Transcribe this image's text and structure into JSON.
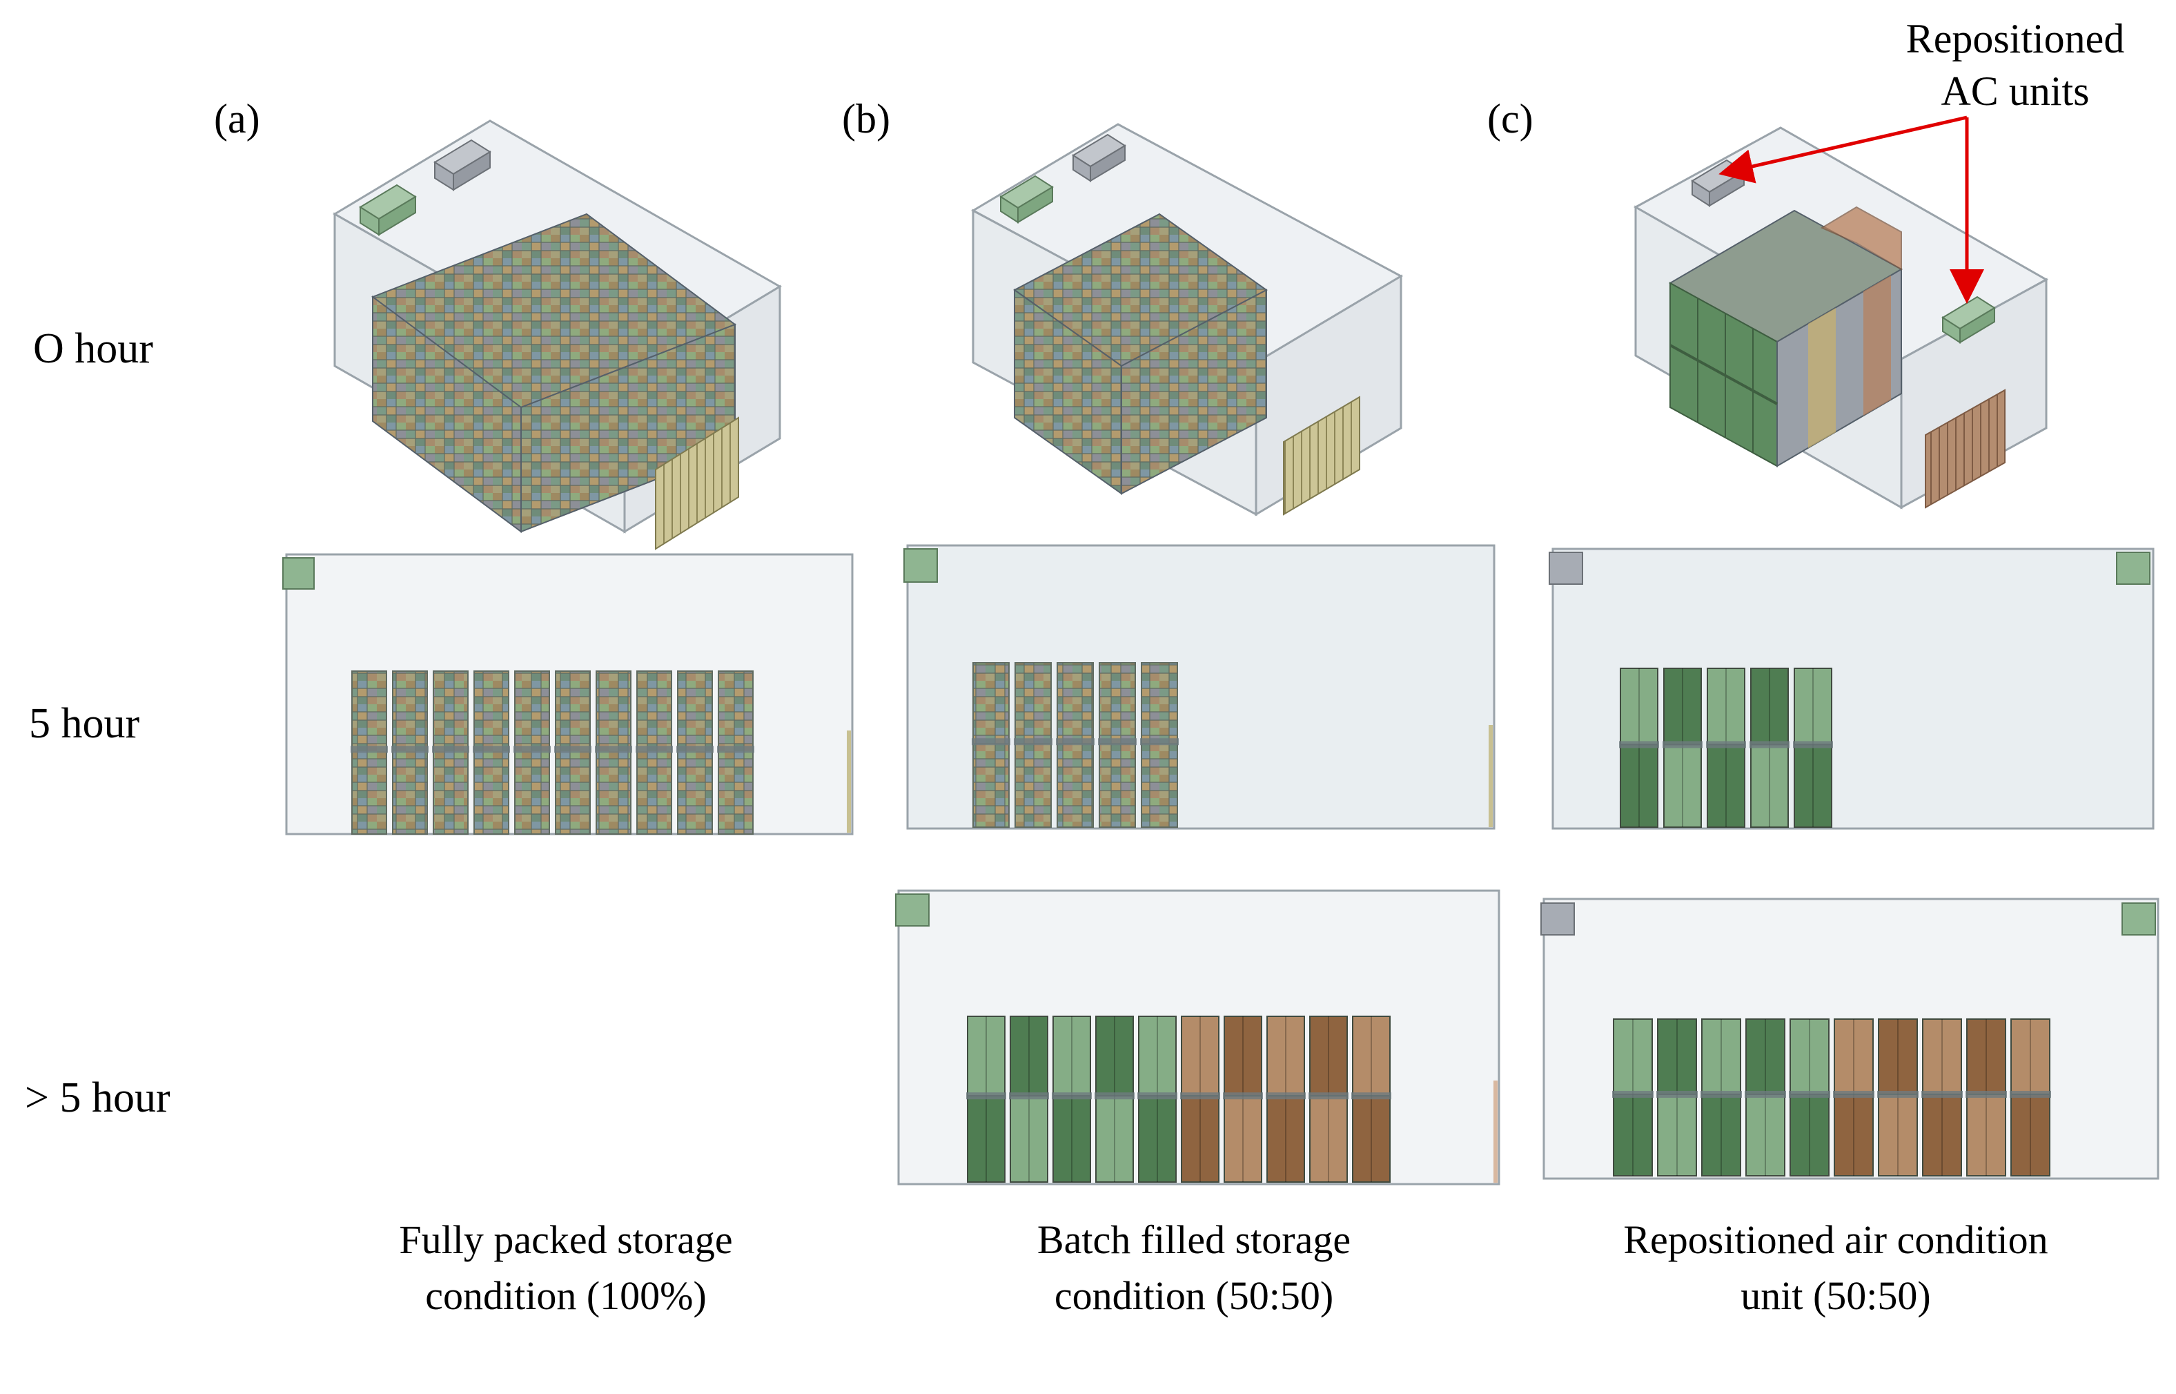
{
  "panel_labels": [
    "(a)",
    "(b)",
    "(c)"
  ],
  "row_labels": [
    "O hour",
    "5 hour",
    "> 5 hour"
  ],
  "captions": [
    "Fully packed storage condition (100%)",
    "Batch filled storage condition (50:50)",
    "Repositioned air condition unit (50:50)"
  ],
  "annotation": "Repositioned AC units",
  "colors": {
    "room_fill": "#edf1f4",
    "room_edge": "#9aa3aa",
    "ac_green": "#8fb591",
    "ac_gray": "#a7acb4",
    "stack_green_dark": "#4f7d52",
    "stack_green_light": "#85ad86",
    "stack_brown_dark": "#8f6440",
    "stack_brown_light": "#b48c69",
    "door_yellow": "#c8c091",
    "door_brown": "#b0876a",
    "arrow_red": "#e00000"
  }
}
